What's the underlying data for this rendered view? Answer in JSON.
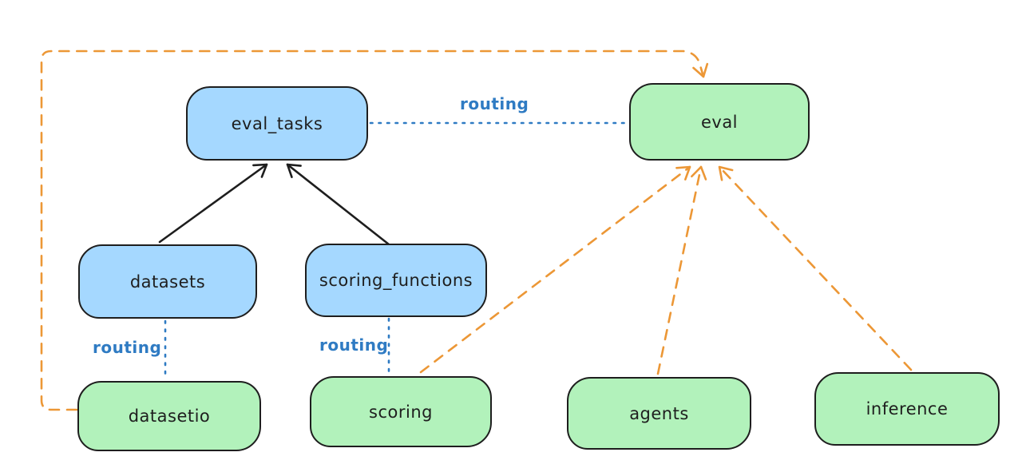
{
  "diagram": {
    "colors": {
      "box_stroke": "#1e1e1e",
      "blue_fill": "#a5d8ff",
      "green_fill": "#b2f2bb",
      "routing_blue": "#2f7bc3",
      "orange": "#ec9736",
      "arrow_black": "#1e1e1e",
      "canvas_bg": "#ffffff"
    },
    "nodes": [
      {
        "id": "eval_tasks",
        "label": "eval_tasks",
        "kind": "blue"
      },
      {
        "id": "eval",
        "label": "eval",
        "kind": "green"
      },
      {
        "id": "datasets",
        "label": "datasets",
        "kind": "blue"
      },
      {
        "id": "scoring_functions",
        "label": "scoring_functions",
        "kind": "blue"
      },
      {
        "id": "datasetio",
        "label": "datasetio",
        "kind": "green"
      },
      {
        "id": "scoring",
        "label": "scoring",
        "kind": "green"
      },
      {
        "id": "agents",
        "label": "agents",
        "kind": "green"
      },
      {
        "id": "inference",
        "label": "inference",
        "kind": "green"
      }
    ],
    "edge_labels": [
      {
        "id": "routing-evaltasks-eval",
        "text": "routing"
      },
      {
        "id": "routing-datasets-datasetio",
        "text": "routing"
      },
      {
        "id": "routing-scoringfunctions-scoring",
        "text": "routing"
      }
    ]
  }
}
